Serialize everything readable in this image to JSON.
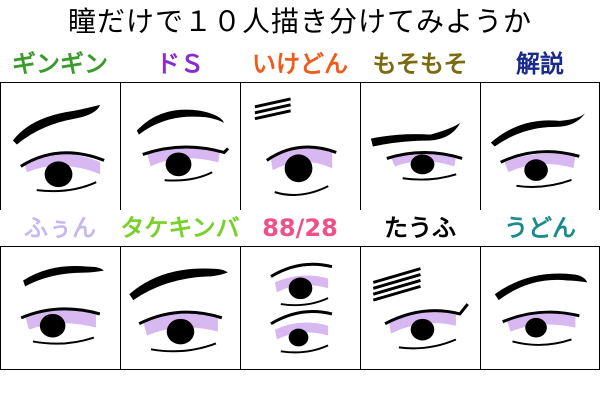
{
  "title": "瞳だけで１０人描き分けてみようか",
  "row1": [
    {
      "label": "ギンギン",
      "color": "#3c9a2c"
    },
    {
      "label": "ドＳ",
      "color": "#8a2bd0"
    },
    {
      "label": "いけどん",
      "color": "#f05a1a"
    },
    {
      "label": "もそもそ",
      "color": "#7a6a10"
    },
    {
      "label": "解説",
      "color": "#1a2a8c"
    }
  ],
  "row2": [
    {
      "label": "ふぅん",
      "color": "#c8b8f0"
    },
    {
      "label": "タケキンバ",
      "color": "#7ad02a"
    },
    {
      "label": "88/28",
      "color": "#f0508a"
    },
    {
      "label": "たうふ",
      "color": "#000000"
    },
    {
      "label": "うどん",
      "color": "#1a8a8a"
    }
  ],
  "colors": {
    "eyeshadow": "#d8b8f0",
    "ink": "#000000"
  }
}
